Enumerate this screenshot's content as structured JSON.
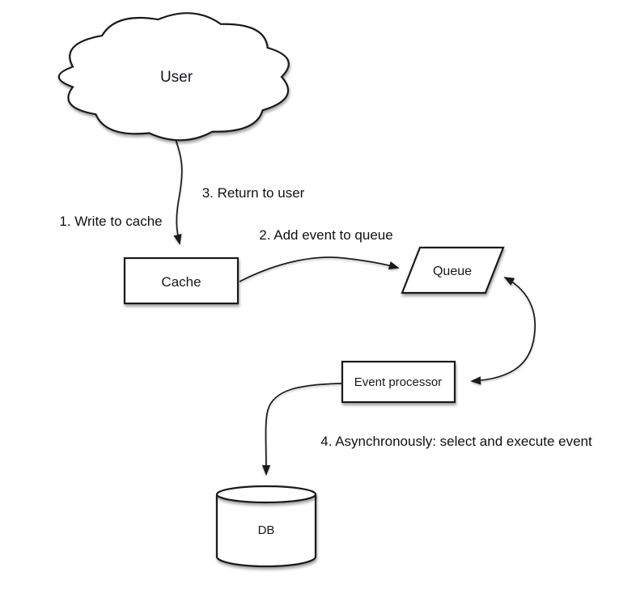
{
  "diagram": {
    "type": "flow-diagram",
    "description": "Write-behind caching flow: user writes to cache, event added to queue, response returned to user, event processor asynchronously persists to DB",
    "colors": {
      "background": "#ffffff",
      "stroke": "#1a1a1a",
      "shape_fill": "#ffffff",
      "text": "#15181d"
    },
    "nodes": [
      {
        "id": "user",
        "label": "User",
        "shape": "cloud"
      },
      {
        "id": "cache",
        "label": "Cache",
        "shape": "rectangle"
      },
      {
        "id": "queue",
        "label": "Queue",
        "shape": "parallelogram"
      },
      {
        "id": "event_processor",
        "label": "Event processor",
        "shape": "rectangle"
      },
      {
        "id": "db",
        "label": "DB",
        "shape": "cylinder"
      }
    ],
    "steps": [
      {
        "text": "1. Write to cache"
      },
      {
        "text": "2. Add event to queue"
      },
      {
        "text": "3. Return to user"
      },
      {
        "text": "4. Asynchronously: select and execute event"
      }
    ],
    "edges": [
      {
        "from": "user",
        "to": "cache",
        "style": "arrow"
      },
      {
        "from": "cache",
        "to": "queue",
        "style": "arrow"
      },
      {
        "from": "event_processor",
        "to": "queue",
        "style": "double-arrow"
      },
      {
        "from": "event_processor",
        "to": "db",
        "style": "arrow"
      }
    ]
  }
}
